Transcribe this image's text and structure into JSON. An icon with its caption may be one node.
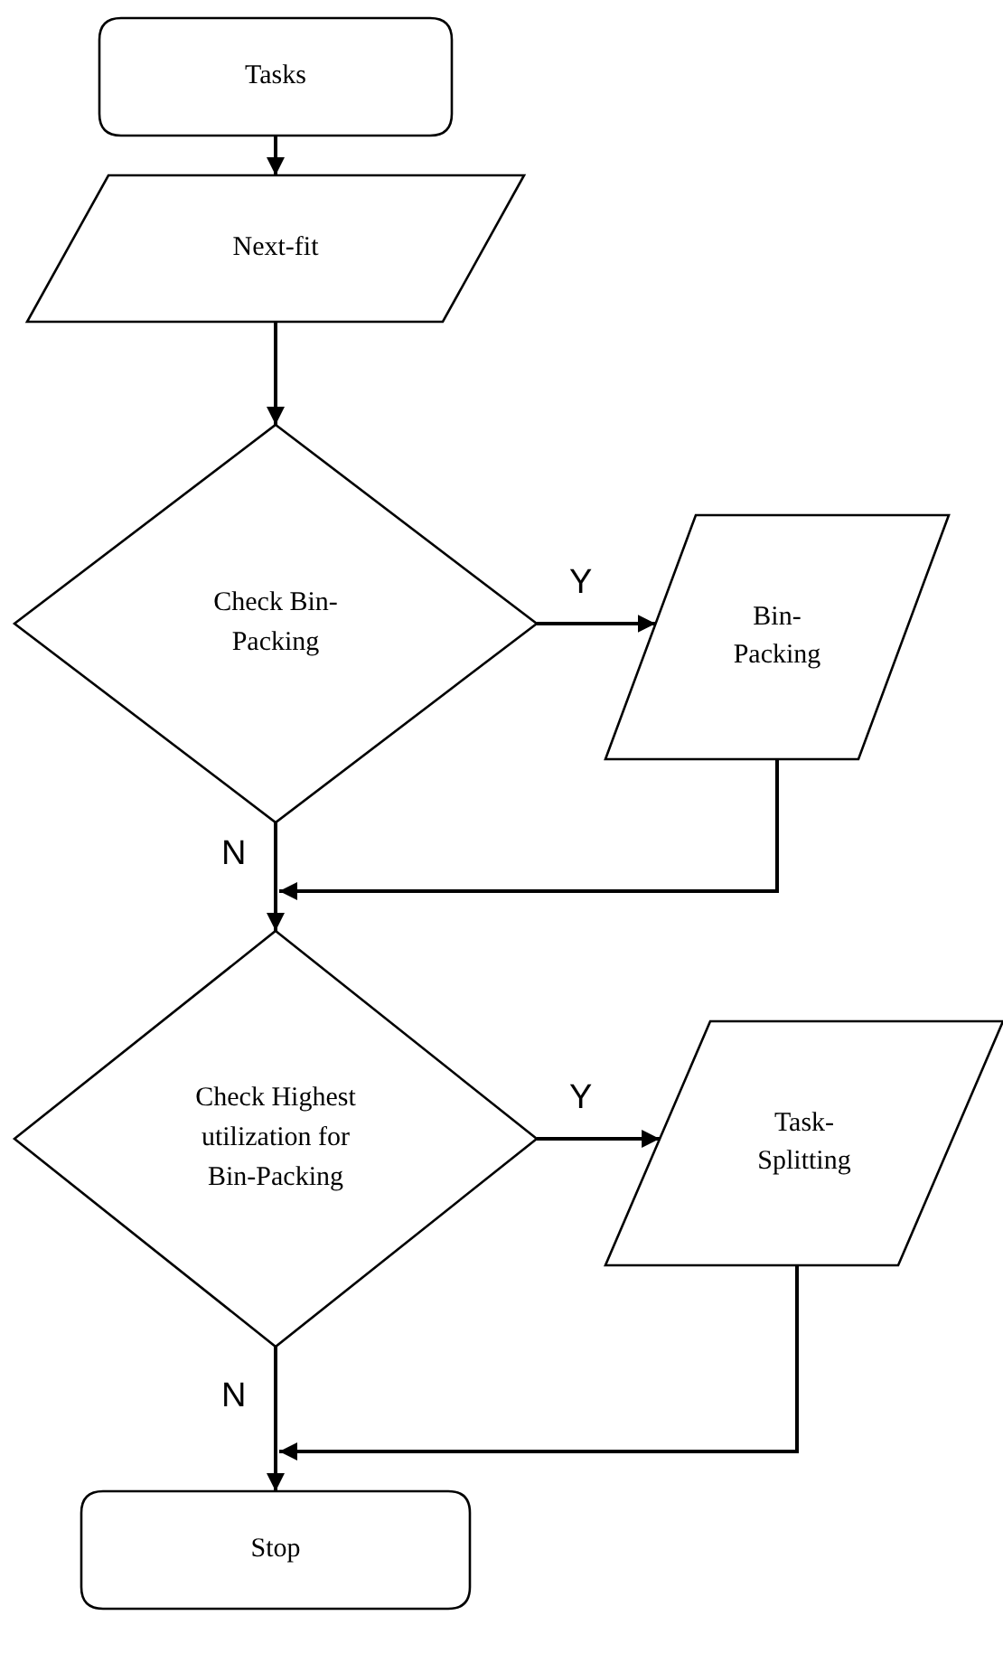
{
  "diagram": {
    "nodes": [
      {
        "text": [
          "Tasks"
        ]
      },
      {
        "text": [
          "Next-fit"
        ]
      },
      {
        "text": [
          "Check Bin-Packing"
        ]
      },
      {
        "text": [
          "Bin-Packing"
        ]
      },
      {
        "text": [
          "Check Highest utilization for Bin-Packing"
        ]
      },
      {
        "text": [
          "Task-Splitting"
        ]
      },
      {
        "text": [
          "Stop"
        ]
      }
    ],
    "edges": [
      {
        "from": 0,
        "to": 1,
        "arrow": "to"
      },
      {
        "from": 1,
        "to": 2,
        "arrow": "to"
      },
      {
        "from": 2,
        "to": 3,
        "arrow": "to",
        "label": "Y"
      },
      {
        "from": 2,
        "to": 4,
        "arrow": "to",
        "label": "N"
      },
      {
        "from": 3,
        "to": 4,
        "arrow": "to"
      },
      {
        "from": 4,
        "to": 5,
        "arrow": "to",
        "label": "Y"
      },
      {
        "from": 4,
        "to": 6,
        "arrow": "to",
        "label": "N"
      },
      {
        "from": 5,
        "to": 6,
        "arrow": "to"
      }
    ]
  }
}
